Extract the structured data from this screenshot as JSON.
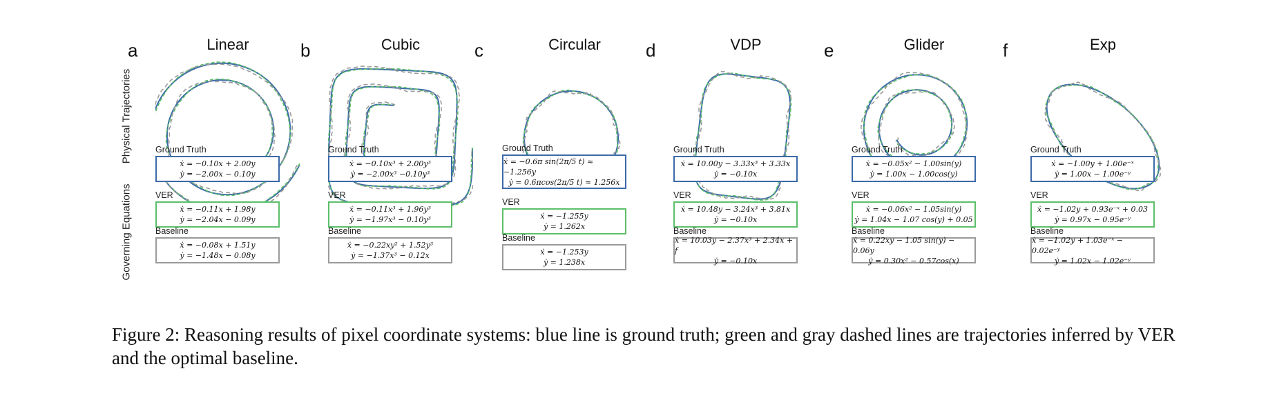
{
  "row_labels": {
    "top": "Physical Trajectories",
    "bottom": "Governing Equations"
  },
  "colors": {
    "ground_truth": "#3b6aa8",
    "ver": "#5cbf6a",
    "baseline": "#9a9a9a"
  },
  "panels": [
    {
      "letter": "a",
      "title": "Linear",
      "gt_label": "Ground Truth",
      "gt": [
        "ẋ = −0.10x + 2.00y",
        "ẏ = −2.00x − 0.10y"
      ],
      "ver_label": "VER",
      "ver": [
        "ẋ = −0.11x + 1.98y",
        "ẏ = −2.04x − 0.09y"
      ],
      "base_label": "Baseline",
      "base": [
        "ẋ = −0.08x + 1.51y",
        "ẏ = −1.48x − 0.08y"
      ]
    },
    {
      "letter": "b",
      "title": "Cubic",
      "gt_label": "Ground Truth",
      "gt": [
        "ẋ = −0.10x³ + 2.00y³",
        "ẏ = −2.00x³ −0.10y³"
      ],
      "ver_label": "VER",
      "ver": [
        "ẋ = −0.11x³ + 1.96y³",
        "ẏ = −1.97x³ − 0.10y³"
      ],
      "base_label": "Baseline",
      "base": [
        "ẋ = −0.22xy² + 1.52y³",
        "ẏ = −1.37x³ − 0.12x"
      ]
    },
    {
      "letter": "c",
      "title": "Circular",
      "gt_label": "Ground Truth",
      "gt": [
        "ẋ = −0.6π sin(2π/5 t) ≈ −1.256y",
        "ẏ = 0.6πcos(2π/5 t) ≈ 1.256x"
      ],
      "ver_label": "VER",
      "ver": [
        "ẋ = −1.255y",
        "ẏ = 1.262x"
      ],
      "base_label": "Baseline",
      "base": [
        "ẋ = −1.253y",
        "ẏ = 1.238x"
      ]
    },
    {
      "letter": "d",
      "title": "VDP",
      "gt_label": "Ground Truth",
      "gt": [
        "ẋ = 10.00y − 3.33x³ + 3.33x",
        "ẏ = −0.10x"
      ],
      "ver_label": "VER",
      "ver": [
        "ẋ = 10.48y − 3.24x³ + 3.81x",
        "ẏ = −0.10x"
      ],
      "base_label": "Baseline",
      "base": [
        "ẋ = 10.03y − 2.37x³ + 2.34x + f",
        "ẏ = −0.10x"
      ]
    },
    {
      "letter": "e",
      "title": "Glider",
      "gt_label": "Ground Truth",
      "gt": [
        "ẋ = −0.05x² − 1.00sin(y)",
        "ẏ = 1.00x − 1.00cos(y)"
      ],
      "ver_label": "VER",
      "ver": [
        "ẋ = −0.06x² − 1.05sin(y)",
        "ẏ = 1.04x − 1.07 cos(y) + 0.05"
      ],
      "base_label": "Baseline",
      "base": [
        "ẋ = 0.22xy − 1.05 sin(y) − 0.06y",
        "ẏ = 0.30x² − 0.57cos(x)"
      ]
    },
    {
      "letter": "f",
      "title": "Exp",
      "gt_label": "Ground Truth",
      "gt": [
        "ẋ = −1.00y + 1.00e⁻ˣ",
        "ẏ = 1.00x − 1.00e⁻ʸ"
      ],
      "ver_label": "VER",
      "ver": [
        "ẋ = −1.02y + 0.93e⁻ˣ + 0.03",
        "ẏ = 0.97x − 0.95e⁻ʸ"
      ],
      "base_label": "Baseline",
      "base": [
        "ẋ = −1.02y + 1.03e⁻ˣ − 0.02e⁻ʸ",
        "ẏ = 1.02x − 1.02e⁻ʸ"
      ]
    }
  ],
  "caption": "Figure 2: Reasoning results of pixel coordinate systems: blue line is ground truth; green and gray dashed lines are trajectories inferred by VER and the optimal baseline."
}
